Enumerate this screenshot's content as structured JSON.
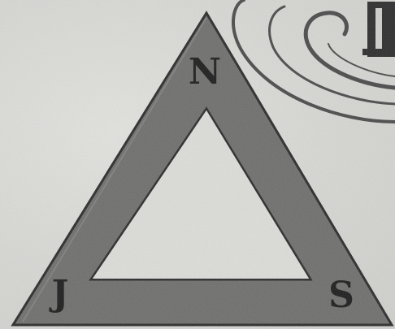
{
  "emblem": {
    "letters": {
      "top": "N",
      "bottom_left": "J",
      "bottom_right": "S"
    },
    "colors": {
      "background": "#d9d9d6",
      "band_fill": "#6e6e6c",
      "outline": "#2a2a2a",
      "inner_fill": "#dcdcd9",
      "ornament": "#4a4a4a"
    }
  }
}
